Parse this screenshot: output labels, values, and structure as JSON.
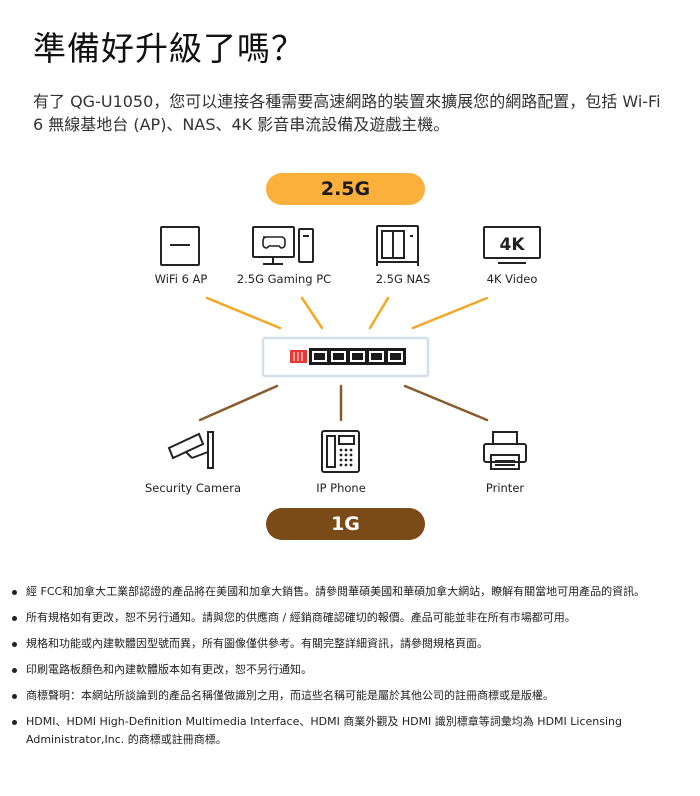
{
  "page": {
    "title": "準備好升級了嗎？",
    "intro": "有了 QG-U1050，您可以連接各種需要高速網路的裝置來擴展您的網路配置，包括 Wi-Fi 6 無線基地台 (AP)、NAS、4K 影音串流設備及遊戲主機。"
  },
  "diagram": {
    "top_speed": "2.5G",
    "bottom_speed": "1G",
    "top_devices": [
      {
        "label": "WiFi 6 AP",
        "icon": "wifi-ap-icon"
      },
      {
        "label": "2.5G Gaming PC",
        "icon": "gaming-pc-icon"
      },
      {
        "label": "2.5G NAS",
        "icon": "nas-icon"
      },
      {
        "label": "4K Video",
        "icon": "4k-video-icon",
        "icon_text": "4K"
      }
    ],
    "bottom_devices": [
      {
        "label": "Security Camera",
        "icon": "security-camera-icon"
      },
      {
        "label": "IP Phone",
        "icon": "ip-phone-icon"
      },
      {
        "label": "Printer",
        "icon": "printer-icon"
      }
    ],
    "colors": {
      "top_pill": "#fbb03b",
      "bottom_pill": "#7a4a19",
      "top_lines": "#f5a623",
      "bottom_lines": "#8b5a2b",
      "switch_port_accent": "#e53935"
    }
  },
  "notes": [
    "經 FCC和加拿大工業部認證的產品將在美國和加拿大銷售。請參閱華碩美國和華碩加拿大網站，瞭解有關當地可用產品的資訊。",
    "所有規格如有更改，恕不另行通知。請與您的供應商 / 經銷商確認確切的報價。產品可能並非在所有市場都可用。",
    "規格和功能或內建軟體因型號而異，所有圖像僅供參考。有關完整詳細資訊，請參閱規格頁面。",
    "印刷電路板顏色和內建軟體版本如有更改，恕不另行通知。",
    "商標聲明：本網站所談論到的產品名稱僅做識別之用，而這些名稱可能是屬於其他公司的註冊商標或是版權。",
    "HDMI、HDMI High-Definition Multimedia Interface、HDMI 商業外觀及 HDMI 識別標章等詞彙均為 HDMI Licensing Administrator,Inc. 的商標或註冊商標。"
  ]
}
